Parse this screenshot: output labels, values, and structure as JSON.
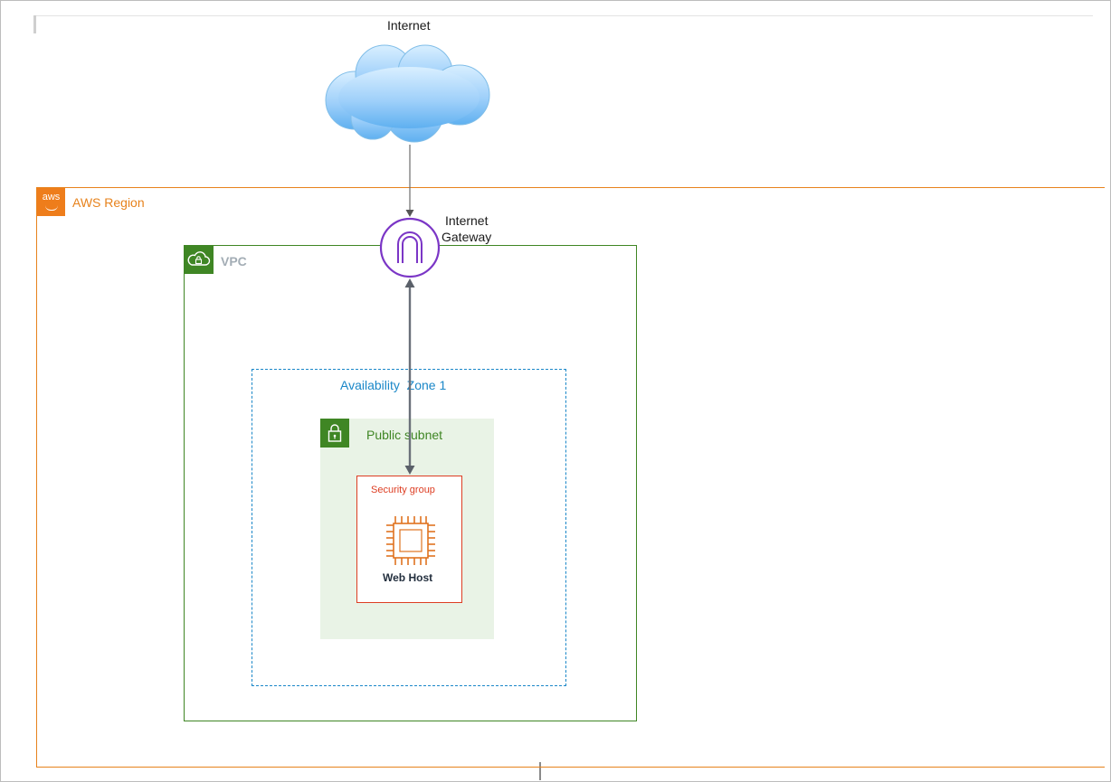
{
  "internet": {
    "label": "Internet",
    "icon": "cloud-icon"
  },
  "region": {
    "label": "AWS Region",
    "badge_text": "aws",
    "color": "#e7821c"
  },
  "gateway": {
    "label_line1": "Internet",
    "label_line2": "Gateway",
    "icon": "internet-gateway-icon",
    "color": "#7b36c6"
  },
  "vpc": {
    "label": "VPC",
    "color": "#3f8624"
  },
  "availability_zone": {
    "label": "Availability  Zone 1",
    "color": "#1a87c8"
  },
  "subnet": {
    "label": "Public subnet",
    "color": "#3f8624",
    "background": "#e9f3e6"
  },
  "security_group": {
    "label": "Security group",
    "color": "#dd3d22"
  },
  "web_host": {
    "label": "Web Host",
    "icon": "ec2-instance-icon",
    "color": "#e07320"
  },
  "connectors": [
    {
      "from": "Internet",
      "to": "Internet Gateway",
      "style": "single-arrow"
    },
    {
      "from": "Internet Gateway",
      "to": "Web Host",
      "style": "double-arrow"
    }
  ]
}
